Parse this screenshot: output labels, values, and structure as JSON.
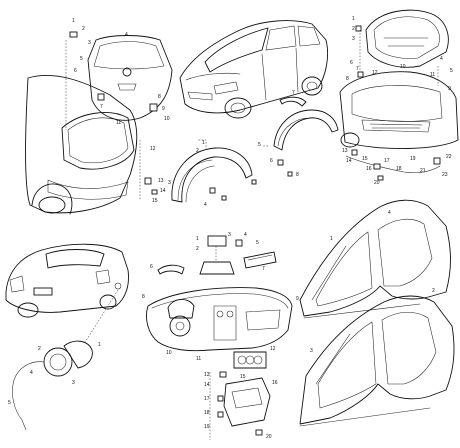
{
  "callouts": {
    "tailgate": [
      "1",
      "2",
      "3",
      "4",
      "5",
      "6",
      "7",
      "8",
      "9",
      "10",
      "11",
      "12",
      "13",
      "14",
      "15"
    ],
    "wheel_arch": [
      "1",
      "2",
      "3",
      "4",
      "5",
      "6",
      "7",
      "8"
    ],
    "bonnet": [
      "1",
      "2",
      "3",
      "4",
      "5",
      "6",
      "7",
      "8",
      "9",
      "10",
      "11",
      "12",
      "13",
      "14",
      "15",
      "16",
      "17",
      "18",
      "19",
      "20",
      "21",
      "22",
      "23"
    ],
    "fuel_flap": [
      "1",
      "2",
      "3",
      "4",
      "5"
    ],
    "dashboard": [
      "1",
      "2",
      "3",
      "4",
      "5",
      "6",
      "7",
      "8",
      "9",
      "10",
      "11",
      "12",
      "13",
      "14",
      "15",
      "16",
      "17",
      "18",
      "19",
      "20"
    ],
    "side_panels": [
      "1",
      "2",
      "3",
      "4"
    ]
  },
  "colors": {
    "line": "#111111",
    "background": "#ffffff"
  }
}
